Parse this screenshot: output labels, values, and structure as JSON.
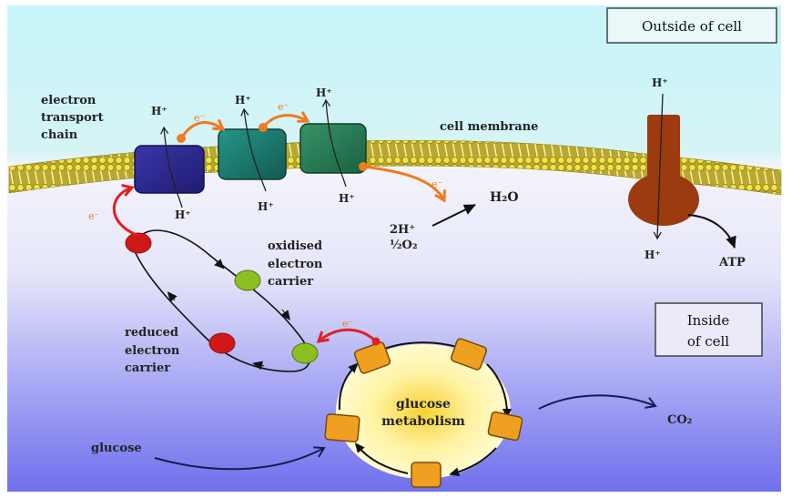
{
  "diagram": {
    "title": "Electron transport chain and ATP synthesis",
    "regions": {
      "outside": "Outside of cell",
      "inside_line1": "Inside",
      "inside_line2": "of cell"
    },
    "membrane_label": "cell membrane",
    "etc_label": [
      "electron",
      "transport",
      "chain"
    ],
    "proton": "H⁺",
    "electron": "e⁻",
    "water_reactants": [
      "2H⁺",
      "½O₂"
    ],
    "water_product": "H₂O",
    "atp": "ATP",
    "oxidised_label": [
      "oxidised",
      "electron",
      "carrier"
    ],
    "reduced_label": [
      "reduced",
      "electron",
      "carrier"
    ],
    "glucose": "glucose",
    "metabolism_label": [
      "glucose",
      "metabolism"
    ],
    "co2": "CO₂",
    "colors": {
      "outside_bg": "#c8f4f8",
      "inside_top": "#f4f4fb",
      "inside_bottom": "#7878ee",
      "membrane": "#e6d84a",
      "complex1": "#2e2a8a",
      "complex2": "#1e7a70",
      "complex3": "#2a7e56",
      "atp_synthase": "#9c3a10",
      "electron_orange": "#f07a20",
      "electron_red": "#e02020",
      "oxidised_carrier": "#8cc020",
      "reduced_carrier": "#d01818",
      "metabolism_fill": "#fff6a8",
      "enzyme_orange": "#f0a020"
    }
  }
}
